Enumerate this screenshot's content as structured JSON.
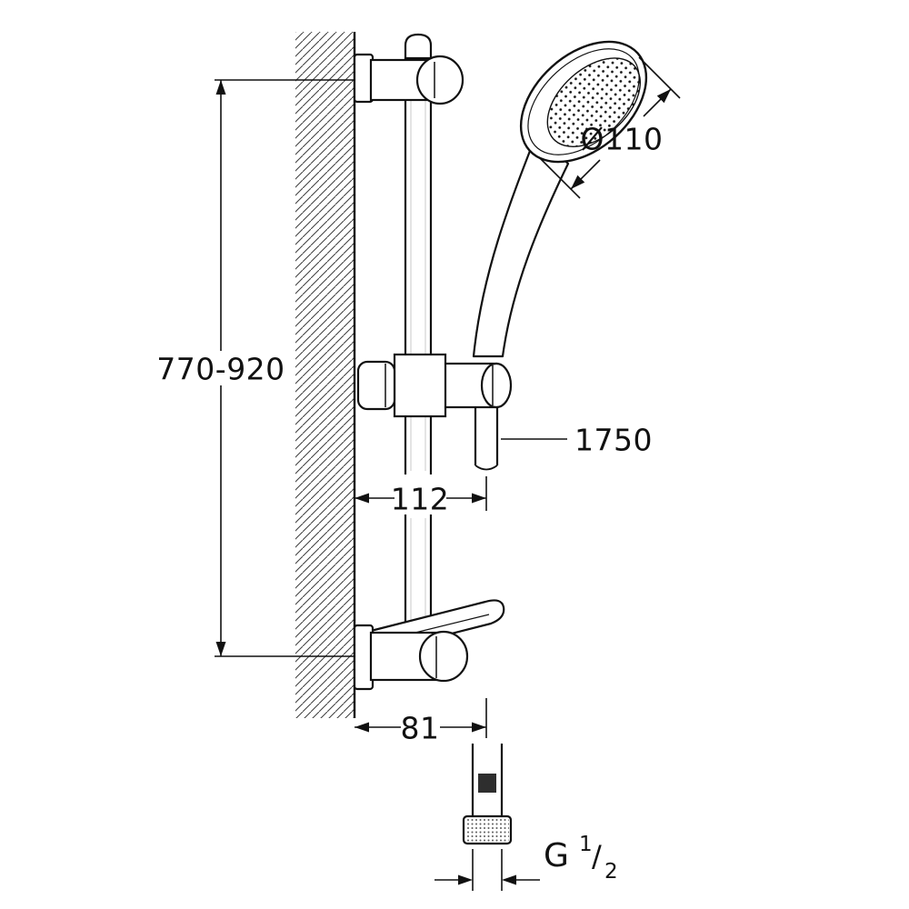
{
  "colors": {
    "ink": "#111111",
    "background": "#ffffff"
  },
  "dimensions": {
    "mounting_height_range": "770-920",
    "head_diameter": "Ø110",
    "hose_length": "1750",
    "holder_offset": "112",
    "outlet_offset": "81"
  },
  "thread": {
    "prefix": "G",
    "numerator": "1",
    "separator": "/",
    "denominator": "2"
  }
}
